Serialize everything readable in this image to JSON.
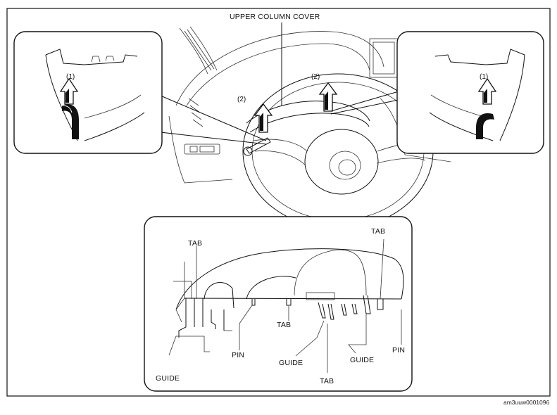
{
  "callouts": {
    "upper_column_cover": "UPPER COLUMN COVER",
    "step_1": "(1)",
    "step_2": "(2)"
  },
  "detail_labels": {
    "tab": "TAB",
    "pin": "PIN",
    "guide": "GUIDE"
  },
  "figure_code": "am3uuw0001096"
}
